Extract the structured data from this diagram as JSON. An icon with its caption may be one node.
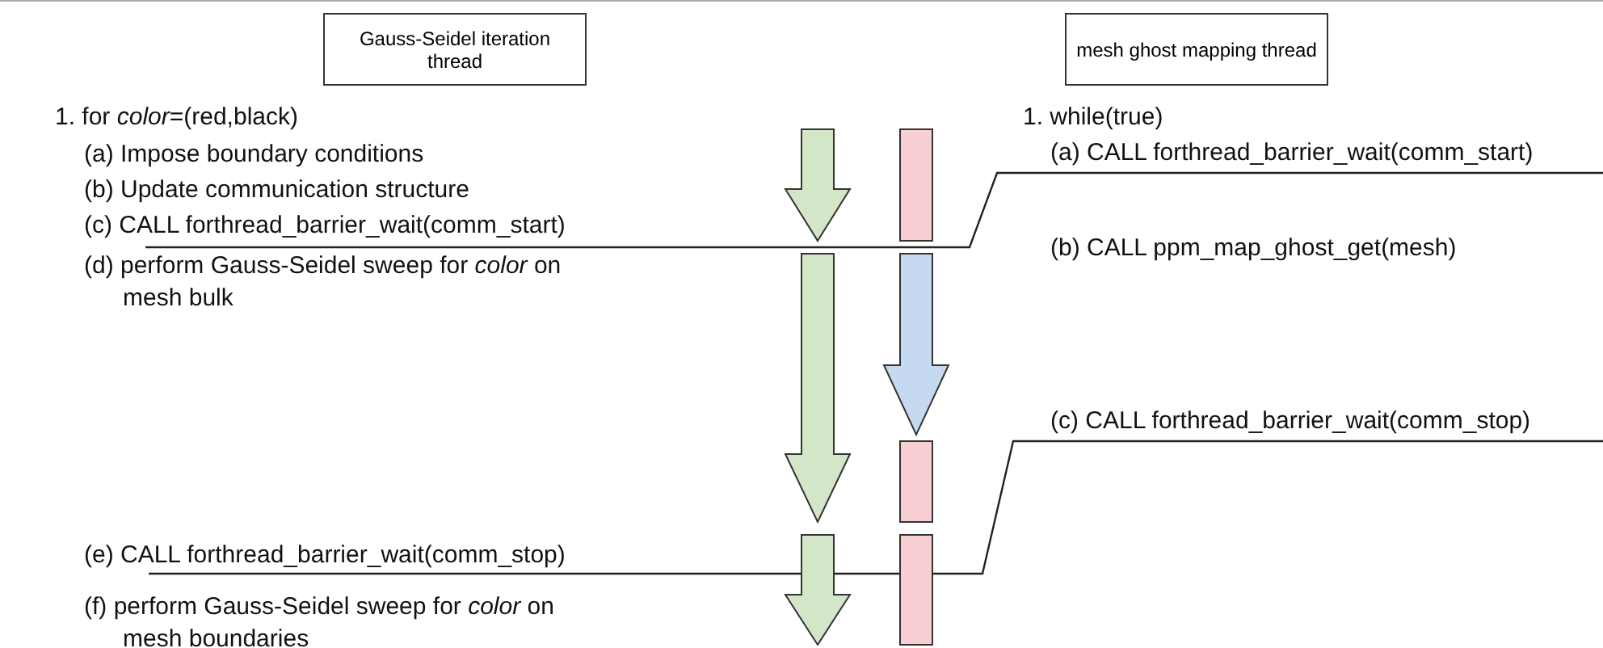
{
  "diagram": {
    "nodes": [
      {
        "text": [
          "Gauss-Seidel iteration thread"
        ]
      },
      {
        "text": [
          "mesh ghost mapping thread"
        ]
      }
    ],
    "labels": [
      "1. for *color*=(red,black)",
      "1. while(true)",
      "(a) Impose boundary conditions",
      "(a) CALL forthread_barrier_wait(comm_start)",
      "(b) Update communication structure",
      "(c) CALL forthread_barrier_wait(comm_start)",
      "(d) perform Gauss-Seidel sweep for *color* on mesh bulk",
      "(b) CALL ppm_map_ghost_get(mesh)",
      "(c) CALL forthread_barrier_wait(comm_stop)",
      "(e) CALL forthread_barrier_wait(comm_stop)",
      "(f) perform Gauss-Seidel sweep for *color* on mesh boundaries"
    ]
  }
}
